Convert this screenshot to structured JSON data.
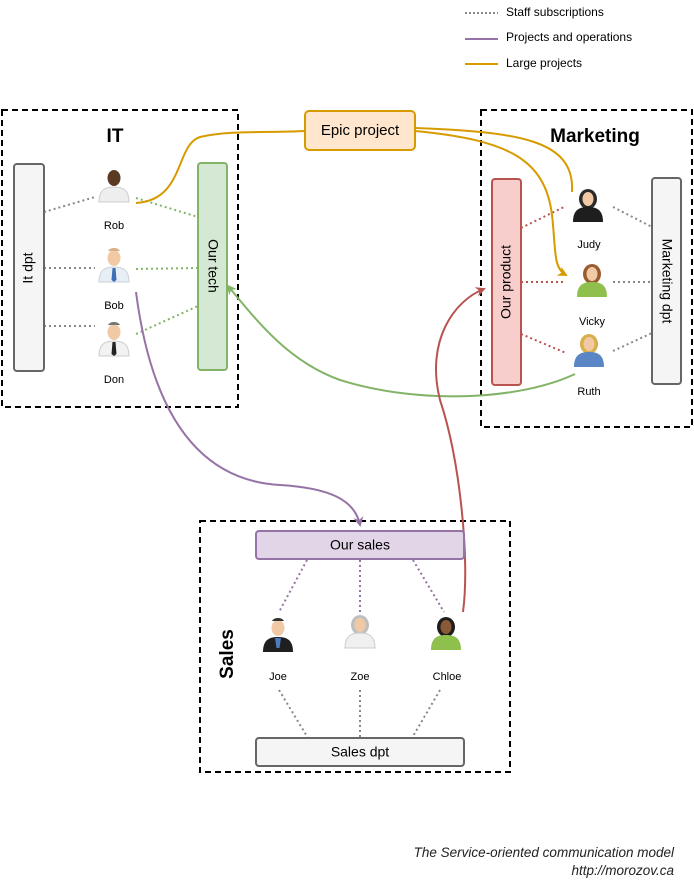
{
  "legend": {
    "staff": "Staff subscriptions",
    "projects": "Projects and operations",
    "large": "Large projects"
  },
  "groups": {
    "it": "IT",
    "marketing": "Marketing",
    "sales": "Sales"
  },
  "nodes": {
    "it_dpt": "It dpt",
    "our_tech": "Our tech",
    "epic_project": "Epic project",
    "our_product": "Our product",
    "marketing_dpt": "Marketing dpt",
    "our_sales": "Our sales",
    "sales_dpt": "Sales dpt"
  },
  "people": {
    "rob": "Rob",
    "bob": "Bob",
    "don": "Don",
    "judy": "Judy",
    "vicky": "Vicky",
    "ruth": "Ruth",
    "joe": "Joe",
    "zoe": "Zoe",
    "chloe": "Chloe"
  },
  "colors": {
    "staff": "#888888",
    "projects": "#9673a6",
    "large": "#d79b00",
    "tech_stroke": "#82b366",
    "tech_fill": "#d5e8d4",
    "product_stroke": "#b85450",
    "product_fill": "#f8cecc",
    "sales_stroke": "#9673a6",
    "sales_fill": "#e1d5e7",
    "epic_stroke": "#d79b00",
    "epic_fill": "#ffe6cc",
    "dpt_fill": "#f5f5f5",
    "dpt_stroke": "#666666"
  },
  "caption": {
    "title": "The Service-oriented communication model",
    "url": "http://morozov.ca"
  }
}
